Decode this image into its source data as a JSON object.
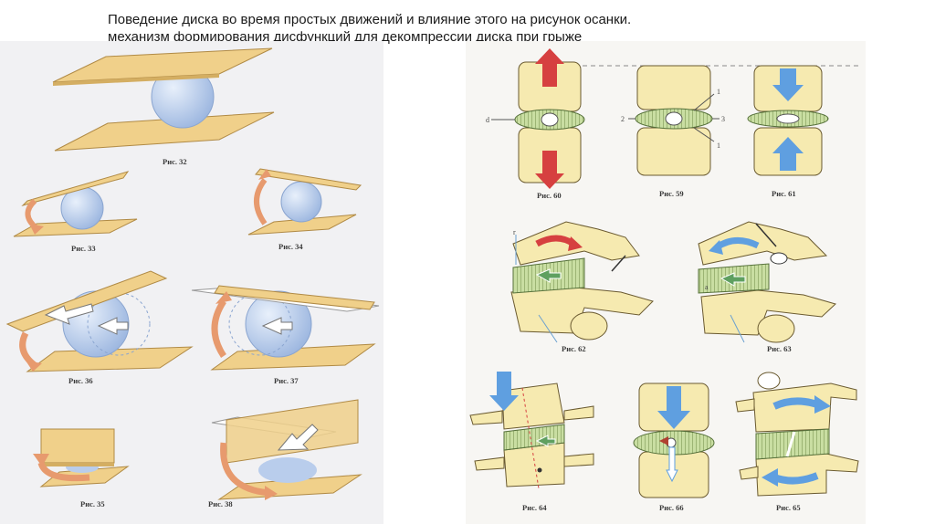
{
  "title": {
    "line1": "Поведение диска во время простых движений и влияние этого на рисунок осанки.",
    "line2": "механизм формирования дисфункций для декомпрессии диска при грыже"
  },
  "left_panel": {
    "fig32": "Рис. 32",
    "fig33": "Рис. 33",
    "fig34": "Рис. 34",
    "fig36": "Рис. 36",
    "fig37": "Рис. 37",
    "fig35": "Рис. 35",
    "fig38": "Рис. 38"
  },
  "right_panel": {
    "fig60": "Рис. 60",
    "fig59": "Рис. 59",
    "fig61": "Рис. 61",
    "fig62": "Рис. 62",
    "fig63": "Рис. 63",
    "fig64": "Рис. 64",
    "fig66": "Рис. 66",
    "fig65": "Рис. 65",
    "labels": {
      "d": "d",
      "n1a": "1",
      "n2": "2",
      "n3": "3",
      "n1b": "1",
      "r": "r",
      "a": "a"
    }
  },
  "colors": {
    "plate": "#f0d08a",
    "plate_edge": "#b08a45",
    "ball": "#b9cdec",
    "arrow_orange": "#e79a6e",
    "arrow_red": "#d64040",
    "arrow_blue": "#5f9fe0",
    "bone": "#f6eab0",
    "disc_green": "#c9dea2"
  }
}
